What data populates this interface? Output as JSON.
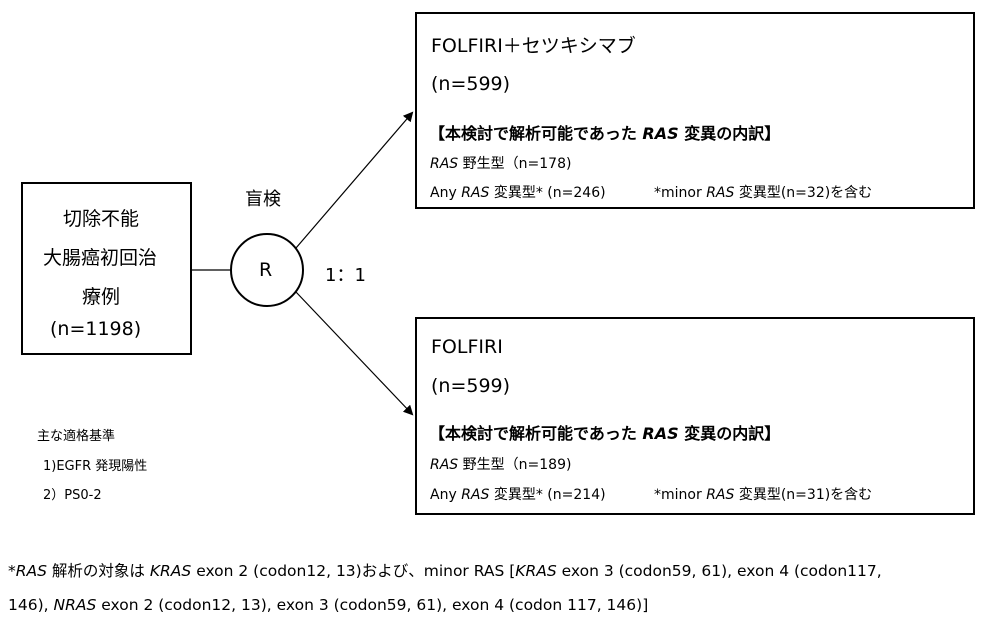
{
  "patients": {
    "line1": "切除不能",
    "line2": "大腸癌初回治",
    "line3": "療例",
    "line4": "(n=1198)"
  },
  "randomization": {
    "blind_label": "盲検",
    "node_label": "R",
    "ratio": "1：1"
  },
  "arm_top": {
    "title": "FOLFIRI＋セツキシマブ",
    "n": "(n=599)",
    "heading_pre": "【本検討で解析可能であった",
    "heading_ras": "RAS",
    "heading_post": "変異の内訳】",
    "wt_ras": "RAS",
    "wt_text": "野生型（n=178)",
    "any_pre": "Any",
    "any_ras": "RAS",
    "any_post": "変異型* (n=246)",
    "minor_pre": "*minor",
    "minor_ras": "RAS",
    "minor_post": "変異型(n=32)を含む"
  },
  "arm_bottom": {
    "title": "FOLFIRI",
    "n": "(n=599)",
    "heading_pre": "【本検討で解析可能であった",
    "heading_ras": "RAS",
    "heading_post": "変異の内訳】",
    "wt_ras": "RAS",
    "wt_text": "野生型（n=189)",
    "any_pre": "Any",
    "any_ras": "RAS",
    "any_post": "変異型* (n=214)",
    "minor_pre": "*minor",
    "minor_ras": "RAS",
    "minor_post": "変異型(n=31)を含む"
  },
  "criteria": {
    "title": "主な適格基準",
    "item1": "1)EGFR 発現陽性",
    "item2": "2）PS0-2"
  },
  "footnote": {
    "line1_star": "*",
    "line1_ras": "RAS",
    "line1_a": "解析の対象は",
    "line1_kras": "KRAS",
    "line1_b": "exon 2 (codon12, 13)および、minor RAS [",
    "line1_kras2": "KRAS",
    "line1_c": "exon 3 (codon59, 61), exon 4 (codon117,",
    "line2_a": "146),",
    "line2_nras": "NRAS",
    "line2_b": "exon 2 (codon12, 13), exon 3 (codon59, 61), exon 4 (codon 117, 146)]"
  }
}
